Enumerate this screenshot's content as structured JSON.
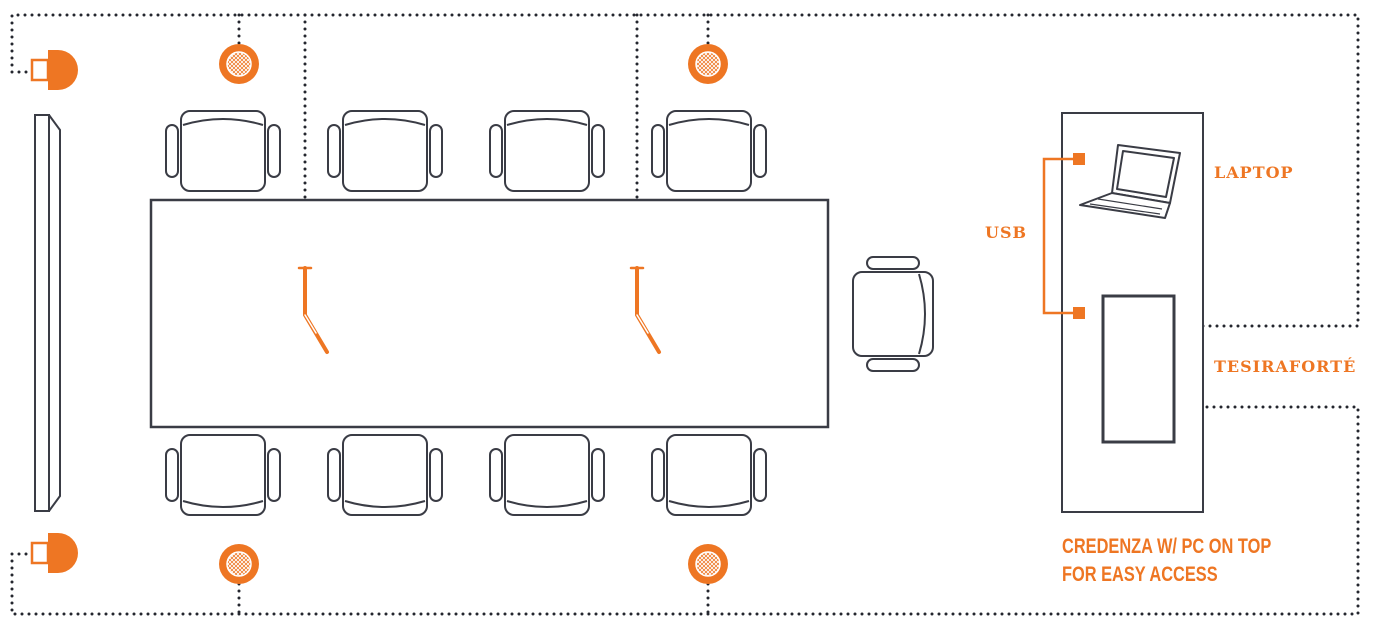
{
  "labels": {
    "laptop": "LAPTOP",
    "usb": "USB",
    "dsp": "TESIRAFORTÉ",
    "credenza_line1": "CREDENZA W/ PC ON TOP",
    "credenza_line2": "FOR EASY ACCESS"
  },
  "colors": {
    "accent": "#ee7623",
    "outline": "#3a3c45",
    "wire": "#24262e"
  },
  "icons": {
    "speaker": "wall-speaker-icon",
    "ceiling_speaker": "ceiling-speaker-icon",
    "microphone": "gooseneck-microphone-icon",
    "laptop": "laptop-icon",
    "chair": "chair-icon",
    "display": "wall-display-icon"
  }
}
